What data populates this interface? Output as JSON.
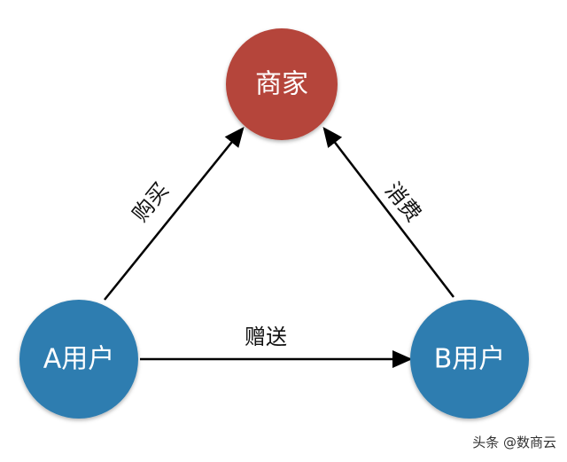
{
  "nodes": {
    "merchant": {
      "label": "商家",
      "color": "#b5453a"
    },
    "user_a": {
      "label": "A用户",
      "color": "#2e7db0"
    },
    "user_b": {
      "label": "B用户",
      "color": "#2e7db0"
    }
  },
  "edges": {
    "a_to_merchant": {
      "label": "购买"
    },
    "b_to_merchant": {
      "label": "消费"
    },
    "a_to_b": {
      "label": "赠送"
    }
  },
  "watermark": "头条 @数商云"
}
